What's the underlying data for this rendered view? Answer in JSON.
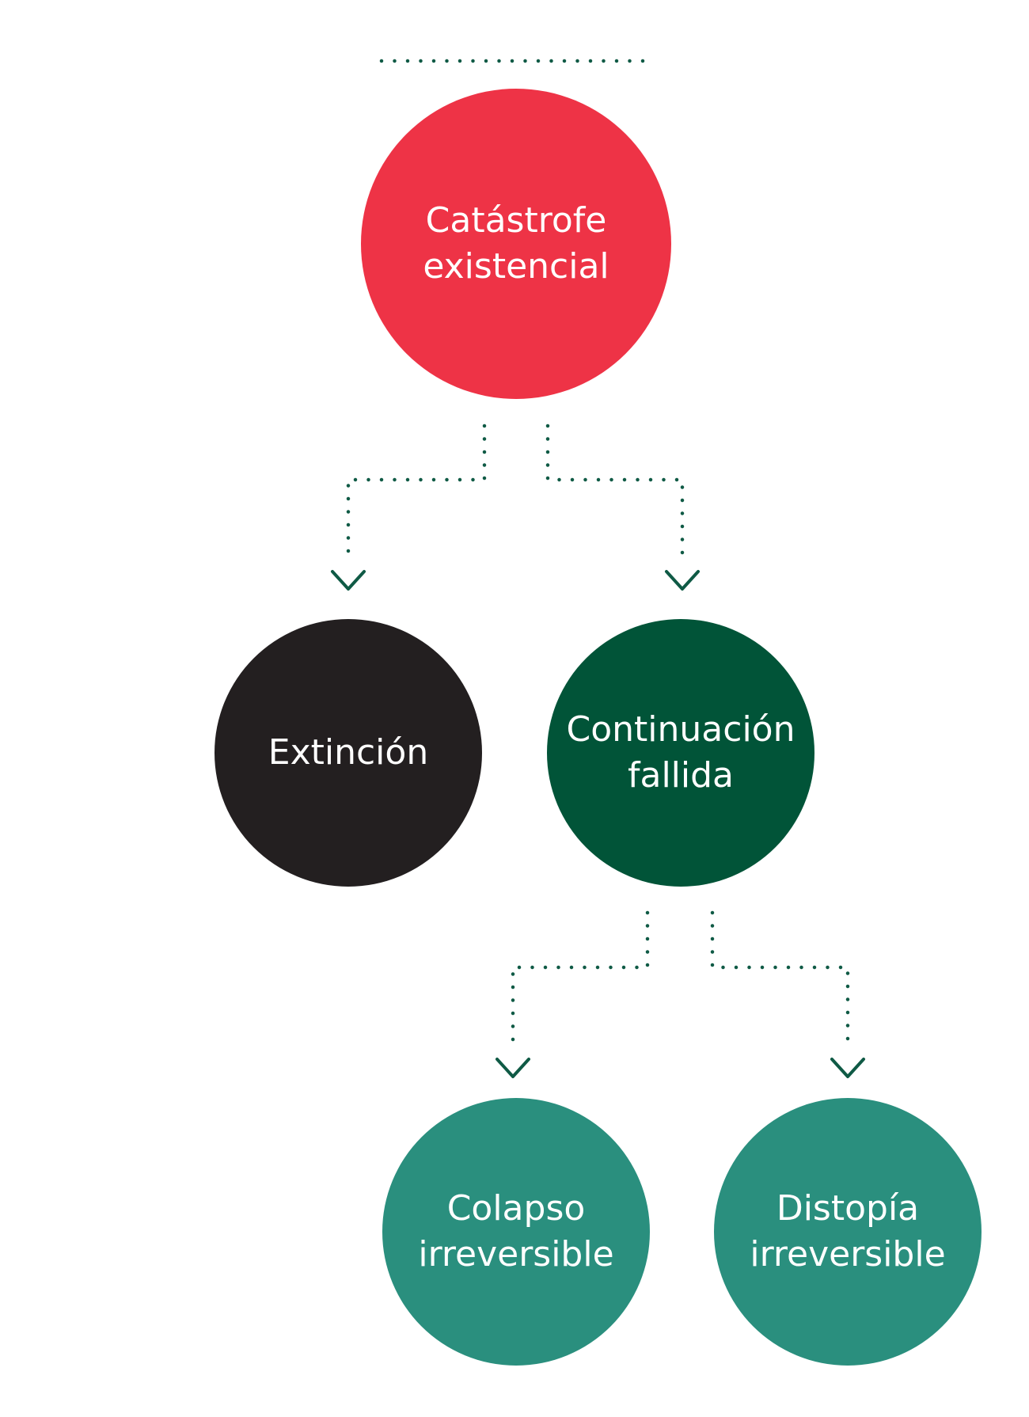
{
  "colors": {
    "connector": "#0f5a45",
    "root": "#ee3346",
    "extincion": "#231f20",
    "continuacion": "#015438",
    "leaf": "#2a8f7e"
  },
  "nodes": {
    "root": {
      "line1": "Catástrofe",
      "line2": "existencial"
    },
    "ext": {
      "line1": "Extinción"
    },
    "cont": {
      "line1": "Continuación",
      "line2": "fallida"
    },
    "col": {
      "line1": "Colapso",
      "line2": "irreversible"
    },
    "dis": {
      "line1": "Distopía",
      "line2": "irreversible"
    }
  }
}
